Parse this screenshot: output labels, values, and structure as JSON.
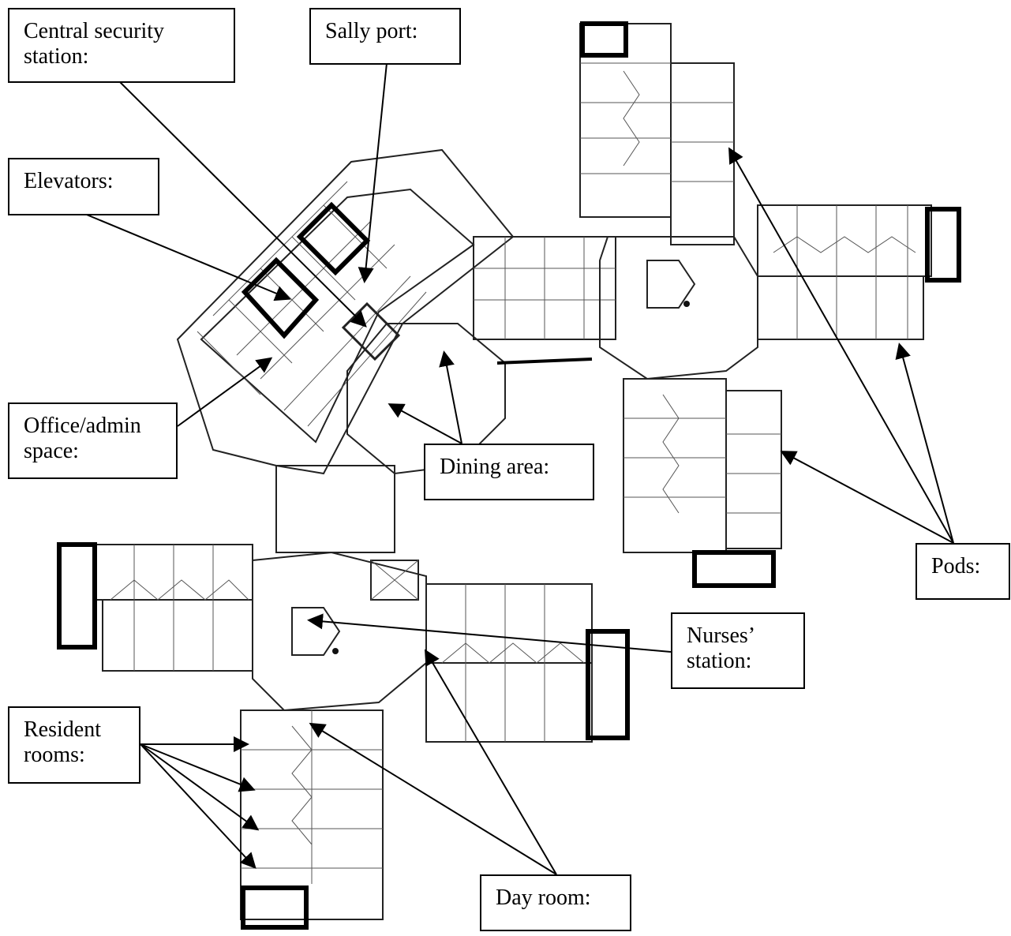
{
  "labels": {
    "central_security": "Central security\nstation:",
    "sally_port": "Sally port:",
    "elevators": "Elevators:",
    "office_admin": "Office/admin\nspace:",
    "dining_area": "Dining area:",
    "pods": "Pods:",
    "nurses_station": "Nurses’\nstation:",
    "resident_rooms": "Resident\nrooms:",
    "day_room": "Day room:"
  }
}
